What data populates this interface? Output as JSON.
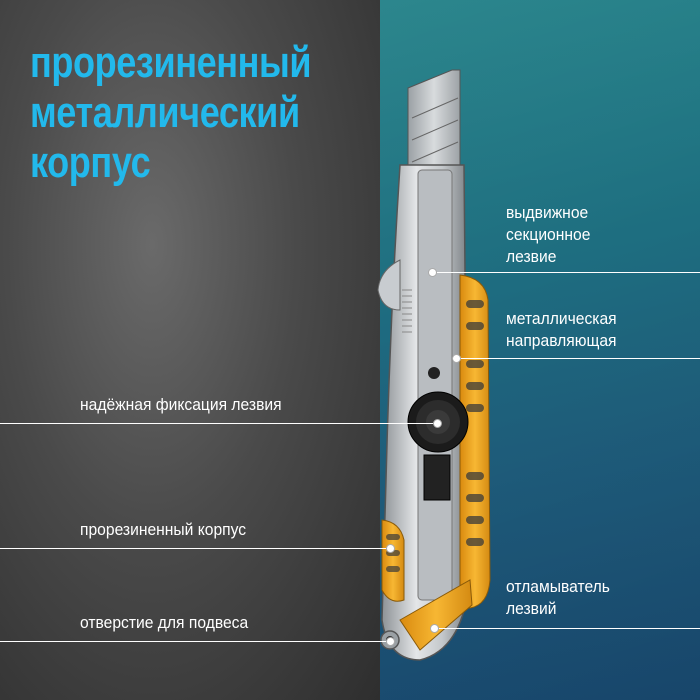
{
  "headline": {
    "line1": "прорезиненный",
    "line2": "металлический",
    "line3": "корпус"
  },
  "callouts": {
    "blade": {
      "line1": "выдвижное",
      "line2": "секционное",
      "line3": "лезвие"
    },
    "guide": {
      "line1": "металлическая",
      "line2": "направляющая"
    },
    "lock": "надёжная фиксация лезвия",
    "rubber": "прорезиненный корпус",
    "hole": "отверстие для подвеса",
    "breaker": {
      "line1": "отламыватель",
      "line2": "лезвий"
    }
  },
  "colors": {
    "headline": "#22b9ec",
    "accent_yellow": "#f2a51c",
    "teal_background": "#1f6f80",
    "dark_background": "#3a3a3a"
  }
}
